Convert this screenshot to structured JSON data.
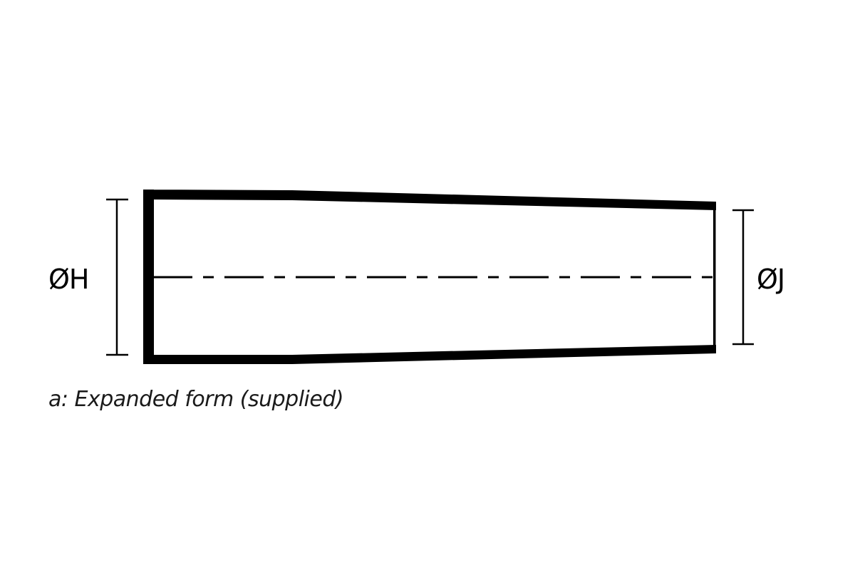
{
  "diagram": {
    "type": "technical-drawing",
    "subject": "tapered sleeve / boot, side profile",
    "stroke_color": "#000000",
    "background": "#ffffff",
    "labels": {
      "left_dimension": "ØH",
      "right_dimension": "ØJ"
    },
    "caption": "a: Expanded form (supplied)",
    "elements": [
      {
        "name": "outline",
        "description": "Tapered sleeve outline, thick left end wall, thin right end wall"
      },
      {
        "name": "center-line",
        "description": "Dash-dot axis line through the centre"
      },
      {
        "name": "dimension-h",
        "description": "Vertical dimension bar for the large end diameter ØH"
      },
      {
        "name": "dimension-j",
        "description": "Vertical dimension bar for the small end diameter ØJ"
      }
    ]
  }
}
